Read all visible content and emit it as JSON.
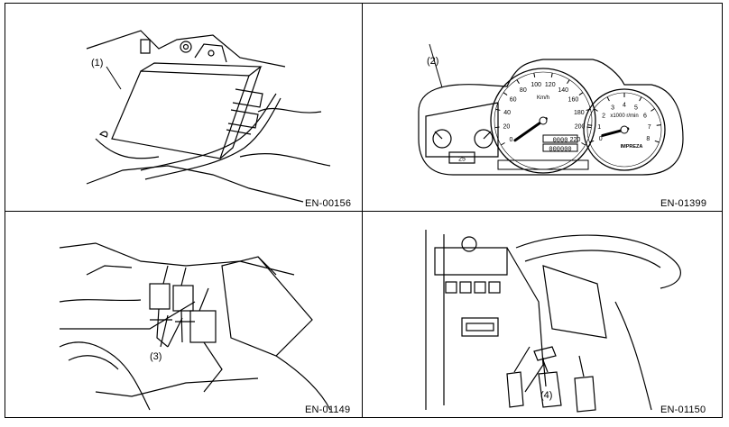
{
  "figures": [
    {
      "code": "EN-00156",
      "callout": "(1)"
    },
    {
      "code": "EN-01399",
      "callout": "(2)"
    },
    {
      "code": "EN-01149",
      "callout": "(3)"
    },
    {
      "code": "EN-01150",
      "callout": "(4)"
    }
  ],
  "gauge": {
    "speed_unit": "Km/h",
    "speed_ticks": [
      "0",
      "20",
      "40",
      "60",
      "80",
      "100",
      "120",
      "140",
      "160",
      "180",
      "200",
      "220"
    ],
    "tach_unit": "x1000 r/min",
    "tach_ticks": [
      "0",
      "1",
      "2",
      "3",
      "4",
      "5",
      "6",
      "7",
      "8"
    ],
    "brand": "IMPREZA",
    "odometer": "0000",
    "trip": "000000",
    "clock": "25"
  }
}
